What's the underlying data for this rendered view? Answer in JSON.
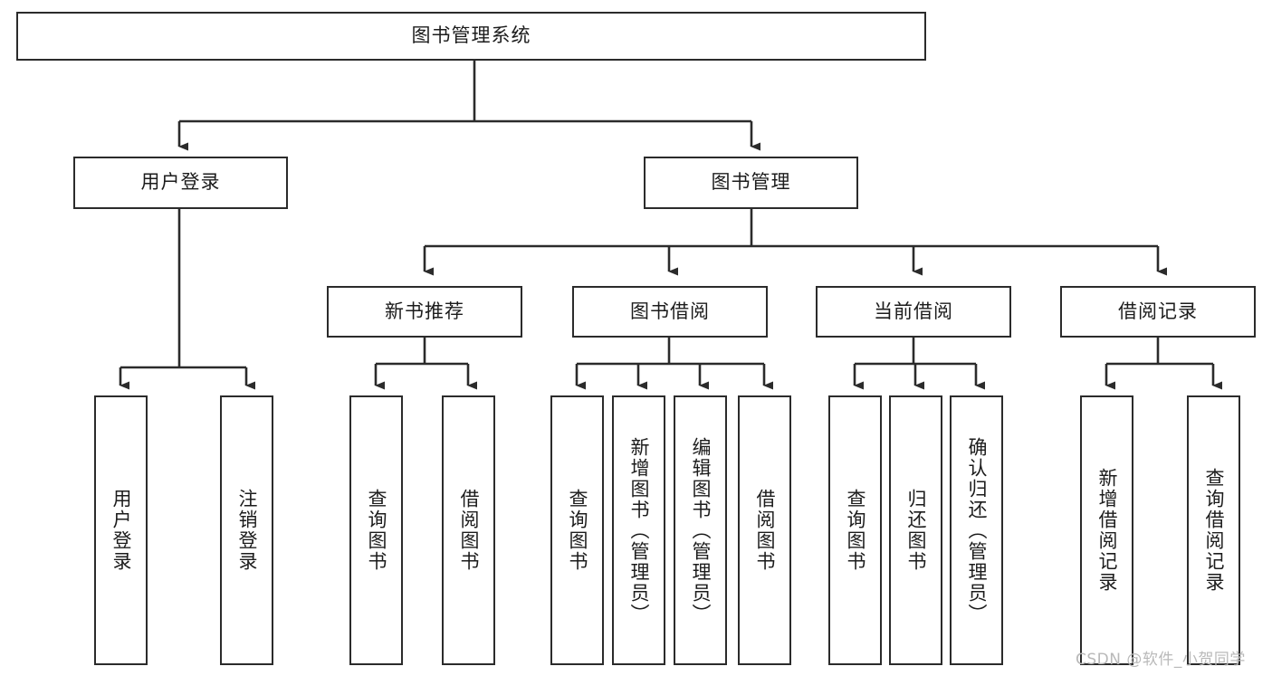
{
  "diagram": {
    "title": "图书管理系统",
    "type": "tree-hierarchy",
    "watermark": "CSDN @软件_小贺同学",
    "colors": {
      "border": "#2b2b2b",
      "background": "#ffffff",
      "text": "#1c1c1c",
      "watermark": "#b9b9b9"
    },
    "root": {
      "label": "图书管理系统"
    },
    "level2": [
      {
        "label": "用户登录"
      },
      {
        "label": "图书管理"
      }
    ],
    "level3": [
      {
        "label": "新书推荐"
      },
      {
        "label": "图书借阅"
      },
      {
        "label": "当前借阅"
      },
      {
        "label": "借阅记录"
      }
    ],
    "leaves": {
      "user_login": [
        {
          "label": "用户登录"
        },
        {
          "label": "注销登录"
        }
      ],
      "new_book_recommend": [
        {
          "label": "查询图书"
        },
        {
          "label": "借阅图书"
        }
      ],
      "book_borrow": [
        {
          "label": "查询图书"
        },
        {
          "label": "新增图书（管理员）"
        },
        {
          "label": "编辑图书（管理员）"
        },
        {
          "label": "借阅图书"
        }
      ],
      "current_borrow": [
        {
          "label": "查询图书"
        },
        {
          "label": "归还图书"
        },
        {
          "label": "确认归还（管理员）"
        }
      ],
      "borrow_record": [
        {
          "label": "新增借阅记录"
        },
        {
          "label": "查询借阅记录"
        }
      ]
    }
  }
}
